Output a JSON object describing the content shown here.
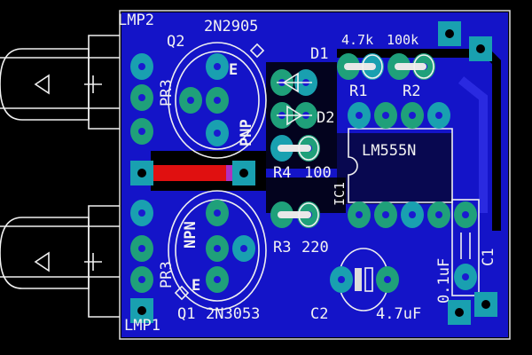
{
  "board": {
    "colors": {
      "background": "#000000",
      "copper": "#1414c8",
      "pad": "#1fa07a",
      "trace_top": "#e01010",
      "silk": "#f0f0f0"
    },
    "labels": {
      "lmp2": "LMP2",
      "lmp1": "LMP1",
      "q2": "Q2",
      "q2_part": "2N2905",
      "q2_type": "PNP",
      "q2_e": "E",
      "pr3_top": "PR3",
      "q1": "Q1",
      "q1_part": "2N3053",
      "q1_type": "NPN",
      "q1_e": "E",
      "pr3_bottom": "PR3",
      "d1": "D1",
      "d2": "D2",
      "r1": "R1",
      "r1_value": "4.7k",
      "r2": "R2",
      "r2_value": "100k",
      "r3": "R3",
      "r3_value": "220",
      "r4": "R4",
      "r4_value": "100",
      "ic1": "IC1",
      "ic1_part": "LM555N",
      "c1": "C1",
      "c1_value": "0.1uF",
      "c2": "C2",
      "c2_value": "4.7uF"
    }
  }
}
